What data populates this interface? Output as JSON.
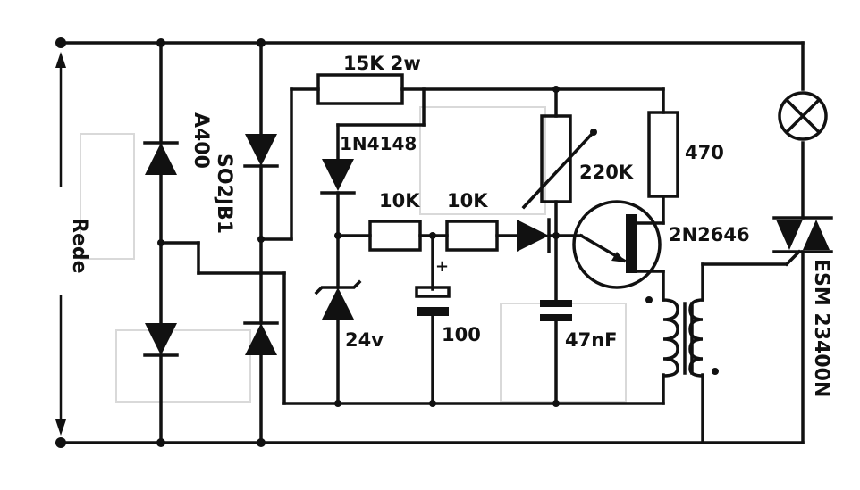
{
  "labels": {
    "rede": "Rede",
    "so2jb1": "SO2JB1",
    "a400": "A400",
    "r15k": "15K 2w",
    "d1n4148": "1N4148",
    "r10k_a": "10K",
    "r10k_b": "10K",
    "pot": "220K",
    "r470": "470",
    "ujt": "2N2646",
    "zener": "24v",
    "cap100": "100",
    "plus": "+",
    "cap47": "47nF",
    "triac": "ESM 23400N"
  }
}
